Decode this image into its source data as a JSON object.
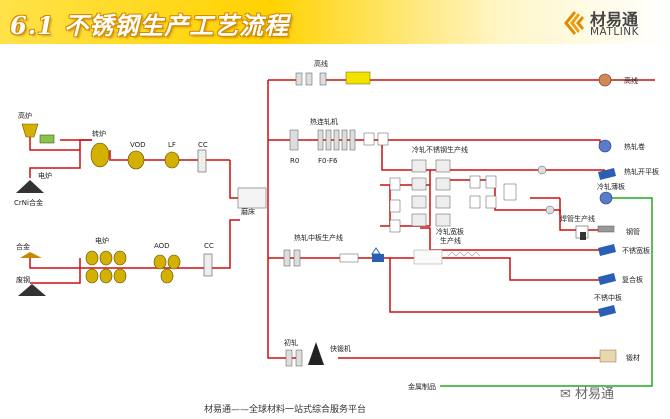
{
  "title": "6.1 不锈钢生产工艺流程",
  "brand": {
    "cn": "材易通",
    "en": "MATLINK"
  },
  "inputs": {
    "high_furnace": "高炉",
    "electric_furnace": "电炉",
    "crni": "CrNi合金",
    "alloy": "合金",
    "scrap": "废钢"
  },
  "stages": {
    "converter": "转炉",
    "vod": "VOD",
    "lf": "LF",
    "cc1": "CC",
    "electric_furnace2": "电炉",
    "aod": "AOD",
    "cc2": "CC",
    "grinding": "磨床"
  },
  "mills": {
    "wire_rod": "高线",
    "hot_mill": "热连轧机",
    "r0": "R0",
    "f0f6": "F0-F6",
    "cold_mill": "冷轧不锈钢生产线",
    "hot_plate_mill": "热轧中板生产线",
    "wide_strip": "冷轧宽板",
    "wide_strip2": "生产线",
    "pipe_line": "焊管生产线",
    "rough": "初轧",
    "forging": "快锻机"
  },
  "products": {
    "wire": "高线",
    "hot_coil": "热轧卷",
    "hot_plate": "热轧开平板",
    "cold_sheet": "冷轧薄板",
    "pipe": "钢管",
    "ss_wide": "不锈宽板",
    "composite": "复合板",
    "ss_plate": "不锈中板",
    "forged": "锻材",
    "metal": "金属制品"
  },
  "footer": "材易通——全球材料一站式综合服务平台",
  "watermark": "材易通",
  "colors": {
    "flow": "#cc1111",
    "metal_flow": "#22aa22",
    "header": "#ffd200",
    "title_outline": "#d38a00"
  }
}
